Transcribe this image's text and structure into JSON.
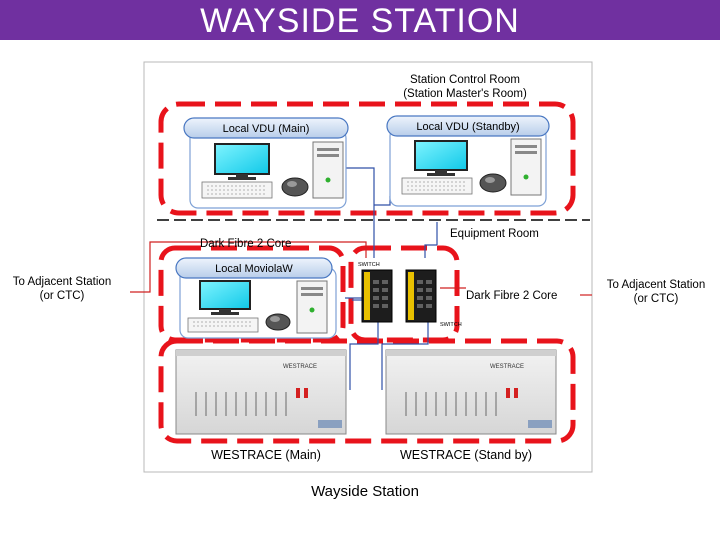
{
  "header": {
    "title": "WAYSIDE STATION"
  },
  "diagram": {
    "caption": "Wayside Station",
    "control_room_line1": "Station Control Room",
    "control_room_line2": "(Station Master's Room)",
    "equipment_room": "Equipment Room",
    "vdu_main": "Local VDU (Main)",
    "vdu_standby": "Local VDU (Standby)",
    "moviola": "Local MoviolaW",
    "dark_fibre_top": "Dark Fibre 2 Core",
    "dark_fibre_right": "Dark Fibre 2 Core",
    "adjacent_left_line1": "To Adjacent Station",
    "adjacent_left_line2": "(or CTC)",
    "adjacent_right_line1": "To Adjacent Station",
    "adjacent_right_line2": "(or CTC)",
    "switch_label_top": "SWITCH",
    "switch_label_bottom": "SWITCH",
    "westrace_main": "WESTRACE (Main)",
    "westrace_standby": "WESTRACE (Stand by)",
    "rack_brand_main": "WESTRACE",
    "rack_brand_standby": "WESTRACE"
  },
  "colors": {
    "title_bar": "#7030a0",
    "dashed_red": "#e8131b",
    "panel_blue": "#4a78c2",
    "screen_cyan": "#19d8f0",
    "link_blue": "#3050a8",
    "link_red": "#d02020"
  }
}
